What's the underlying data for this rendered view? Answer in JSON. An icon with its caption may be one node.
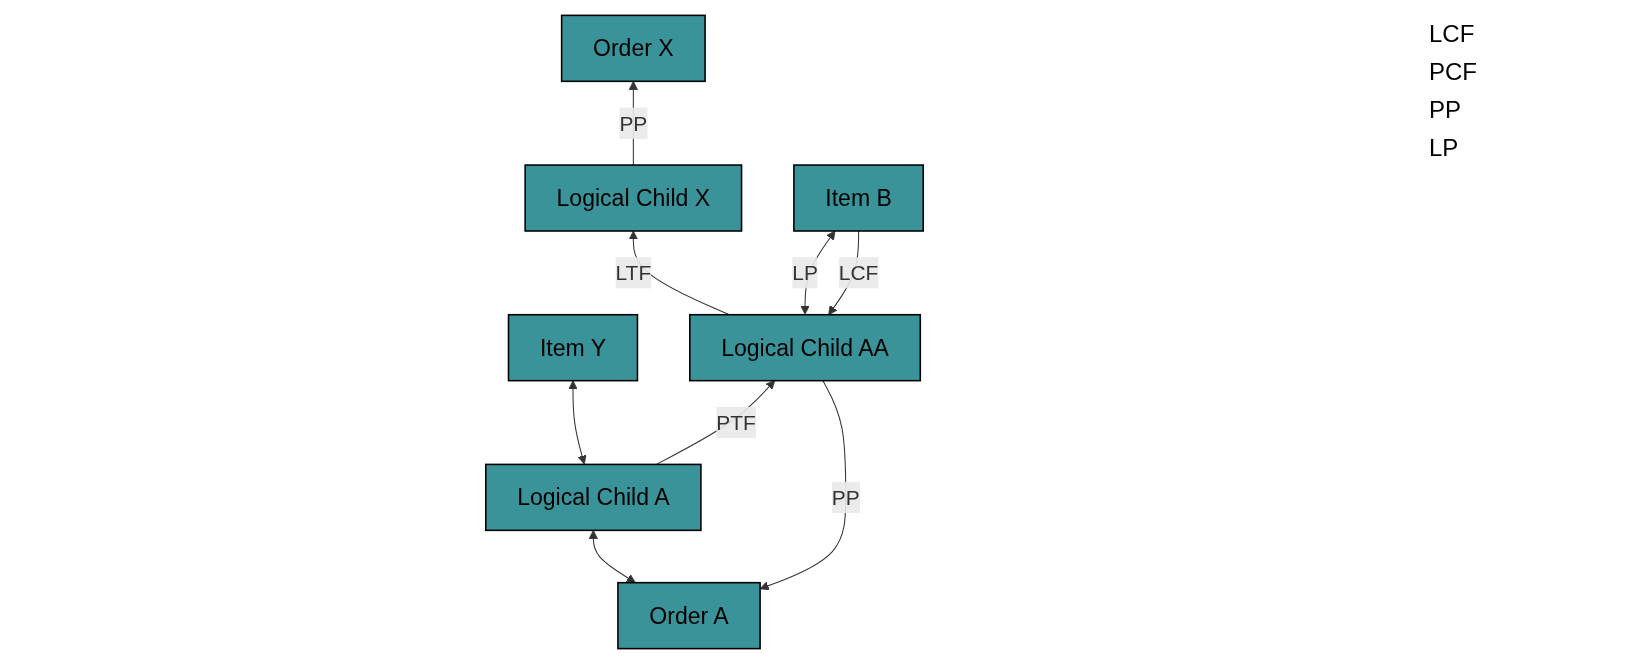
{
  "diagram": {
    "nodes": [
      {
        "text": [
          "Order A"
        ]
      },
      {
        "text": [
          "Order X"
        ]
      },
      {
        "text": [
          "Logical Child X"
        ]
      },
      {
        "text": [
          "Item Y"
        ]
      },
      {
        "text": [
          "Item B"
        ]
      },
      {
        "text": [
          "Logical Child A"
        ]
      },
      {
        "text": [
          "Logical Child AA"
        ]
      }
    ],
    "edges": [
      {
        "from": 0,
        "to": 5,
        "arrow": "both"
      },
      {
        "from": 2,
        "to": 1,
        "arrow": "to",
        "label": "PP"
      },
      {
        "from": 5,
        "to": 3,
        "arrow": "both"
      },
      {
        "from": 5,
        "to": 6,
        "arrow": "to",
        "label": "PTF"
      },
      {
        "from": 6,
        "to": 0,
        "arrow": "to",
        "label": "PP"
      },
      {
        "from": 6,
        "to": 2,
        "arrow": "to",
        "label": "LTF"
      },
      {
        "from": 6,
        "to": 4,
        "arrow": "both",
        "label": "LP"
      },
      {
        "from": 4,
        "to": 6,
        "arrow": "to",
        "label": "LCF"
      }
    ],
    "labels": [
      "LCF",
      "PCF",
      "PP",
      "LP"
    ]
  }
}
